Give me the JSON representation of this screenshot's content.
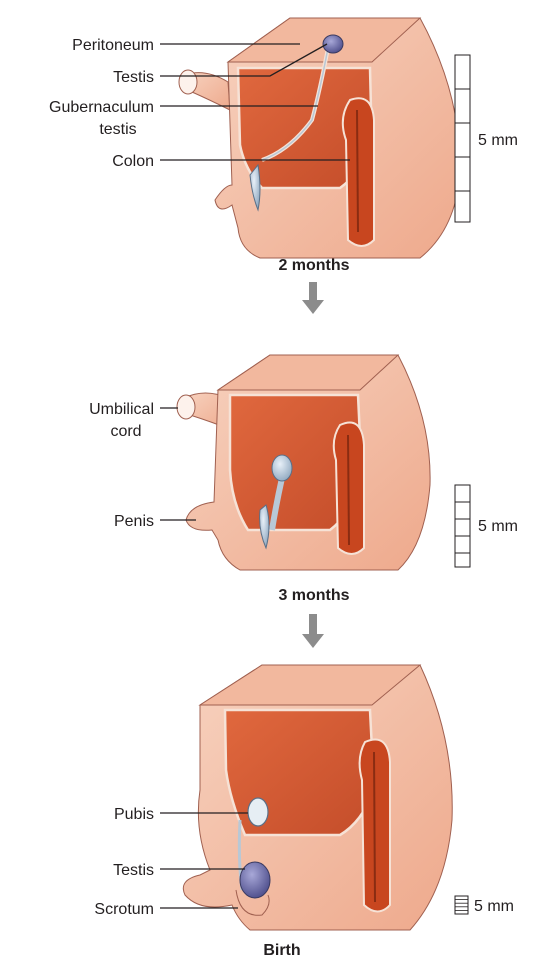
{
  "stages": [
    {
      "caption": "2 months",
      "labels": [
        "Peritoneum",
        "Testis",
        "Gubernaculum",
        "testis",
        "Colon"
      ],
      "scale_label": "5 mm"
    },
    {
      "caption": "3 months",
      "labels": [
        "Umbilical",
        "cord",
        "Penis"
      ],
      "scale_label": "5 mm"
    },
    {
      "caption": "Birth",
      "labels": [
        "Pubis",
        "Testis",
        "Scrotum"
      ],
      "scale_label": "5 mm"
    }
  ],
  "colors": {
    "skin": "#f4c3ac",
    "skin_dark": "#eaa98d",
    "cavity": "#d65a36",
    "colon": "#c8461f",
    "testis": "#6a6aa8",
    "arrow": "#8c8c8c",
    "outline": "#5a3a30"
  }
}
